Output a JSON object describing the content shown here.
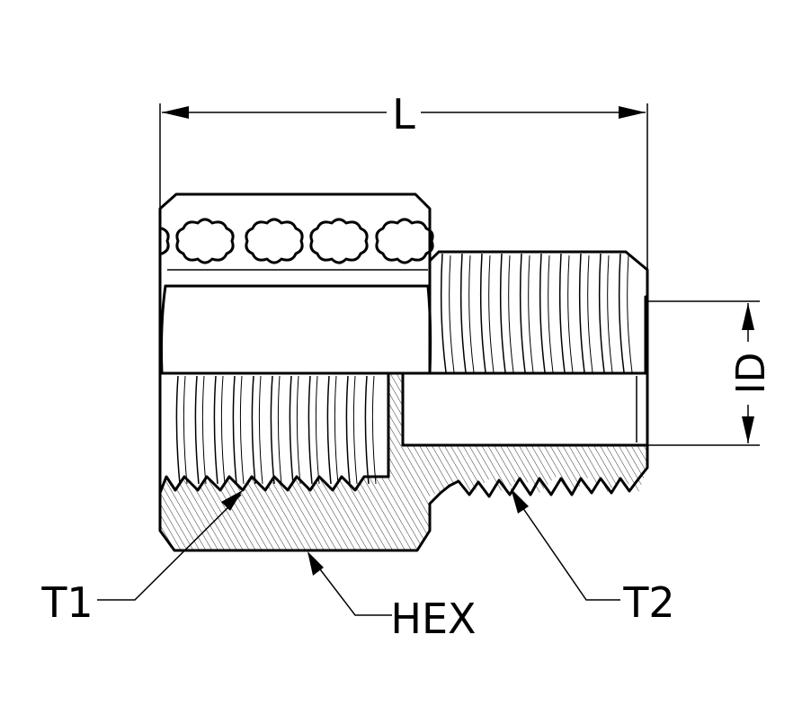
{
  "labels": {
    "length": "L",
    "inner_diameter": "ID",
    "thread_1": "T1",
    "thread_2": "T2",
    "hex": "HEX"
  },
  "colors": {
    "line": "#000000",
    "background": "#ffffff"
  }
}
